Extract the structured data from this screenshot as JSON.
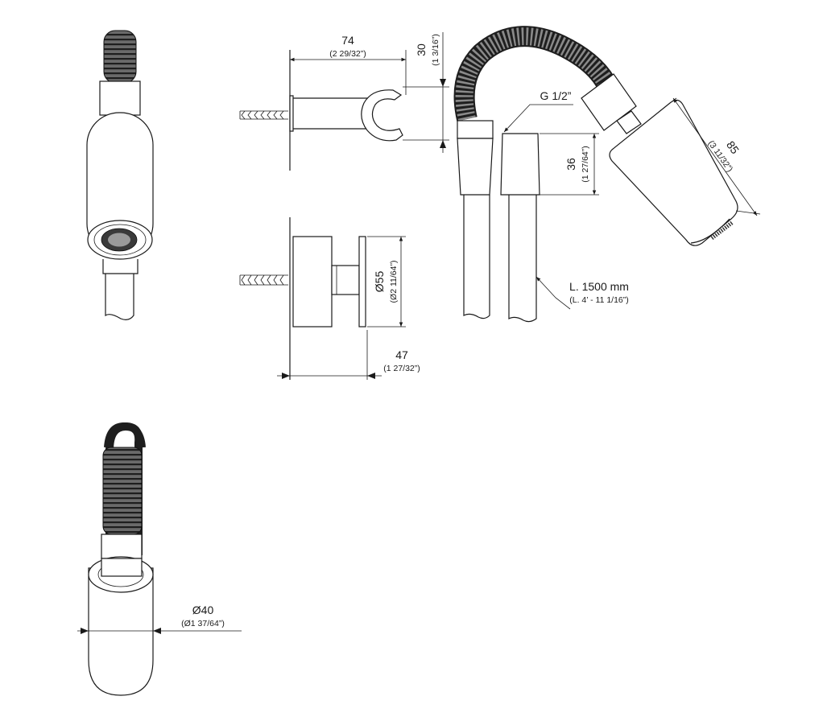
{
  "dimensions": {
    "holder_depth": {
      "main": "74",
      "sub": "(2 29/32”)"
    },
    "holder_height": {
      "main": "30",
      "sub": "(1 3/16”)"
    },
    "thread": {
      "main": "G 1/2”"
    },
    "connector_length": {
      "main": "36",
      "sub": "(1 27/64”)"
    },
    "head_length": {
      "main": "85",
      "sub": "(3 11/32”)"
    },
    "flange_diameter": {
      "main": "Ø55",
      "sub": "(Ø2 11/64”)"
    },
    "hose_length": {
      "main": "L. 1500 mm",
      "sub": "(L. 4’ - 11 1/16”)"
    },
    "wall_projection": {
      "main": "47",
      "sub": "(1 27/32”)"
    },
    "head_diameter": {
      "main": "Ø40",
      "sub": "(Ø1 37/64”)"
    }
  },
  "colors": {
    "line": "#1a1a1a",
    "background": "#ffffff",
    "hose_fill": "#555555"
  }
}
